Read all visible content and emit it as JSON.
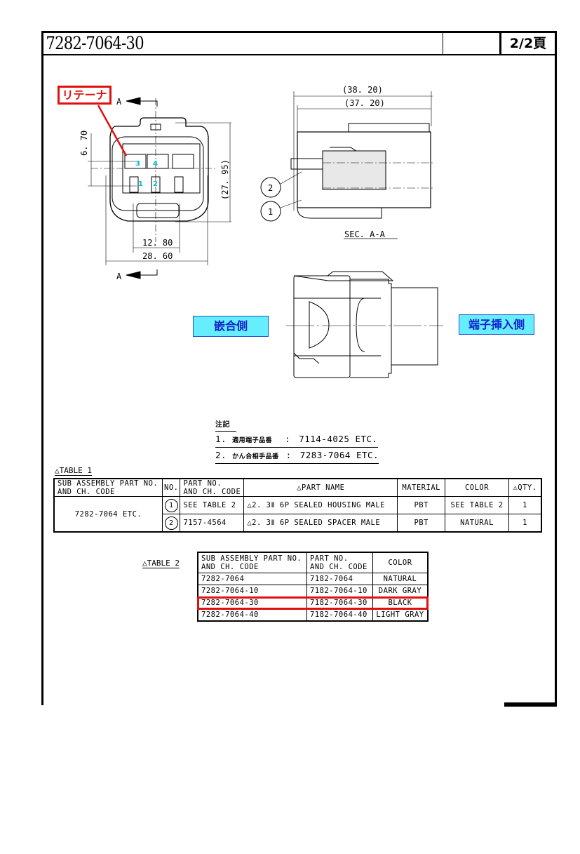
{
  "header": {
    "title": "7282-7064-30",
    "page": "2/2頁"
  },
  "front_view": {
    "callout": "リテーナ",
    "section_mark": "A",
    "dim_height": "6. 70",
    "dim_overall_height": "(27. 95)",
    "dim_inner_width": "12. 80",
    "dim_outer_width": "28. 60",
    "cavity_labels": [
      "3",
      "4",
      "1",
      "2"
    ]
  },
  "section_view": {
    "dim_overall": "(38. 20)",
    "dim_body": "(37. 20)",
    "balloons": [
      "2",
      "1"
    ],
    "caption": "SEC. A-A"
  },
  "side_view": {
    "mating_side": "嵌合側",
    "terminal_side": "端子挿入側"
  },
  "notes": {
    "title": "注記",
    "items": [
      {
        "no": "1.",
        "label": "適用端子品番",
        "sep": ":",
        "value": "7114-4025 ETC."
      },
      {
        "no": "2.",
        "label": "かん合相手品番",
        "sep": ":",
        "value": "7283-7064 ETC."
      }
    ]
  },
  "table1": {
    "title": "TABLE 1",
    "rev_mark": "2",
    "headers": {
      "sub_assy": "SUB ASSEMBLY PART NO.",
      "sub_assy2": "AND CH. CODE",
      "no": "NO.",
      "part_no": "PART NO.",
      "part_no2": "AND CH. CODE",
      "part_name": "PART NAME",
      "material": "MATERIAL",
      "color": "COLOR",
      "qty": "QTY."
    },
    "sub_assembly": "7282-7064 ETC.",
    "rows": [
      {
        "no": "1",
        "part_no": "SEE TABLE 2",
        "part_name": "2. 3Ⅱ 6P SEALED HOUSING MALE",
        "material": "PBT",
        "color": "SEE TABLE 2",
        "qty": "1"
      },
      {
        "no": "2",
        "part_no": "7157-4564",
        "part_name": "2. 3Ⅱ 6P SEALED SPACER MALE",
        "material": "PBT",
        "color": "NATURAL",
        "qty": "1"
      }
    ]
  },
  "table2": {
    "title": "TABLE 2",
    "headers": {
      "sub_assy": "SUB ASSEMBLY PART NO.",
      "sub_assy2": "AND CH. CODE",
      "part_no": "PART NO.",
      "part_no2": "AND CH. CODE",
      "color": "COLOR"
    },
    "rows": [
      {
        "sub_assy": "7282-7064",
        "part_no": "7182-7064",
        "color": "NATURAL"
      },
      {
        "sub_assy": "7282-7064-10",
        "part_no": "7182-7064-10",
        "color": "DARK GRAY"
      },
      {
        "sub_assy": "7282-7064-30",
        "part_no": "7182-7064-30",
        "color": "BLACK"
      },
      {
        "sub_assy": "7282-7064-40",
        "part_no": "7182-7064-40",
        "color": "LIGHT GRAY"
      }
    ],
    "highlight_row": 2
  },
  "colors": {
    "highlight": "#e01010",
    "label_bg": "#66eeff",
    "label_text": "#1122cc",
    "cavity": "#00bcd4"
  }
}
